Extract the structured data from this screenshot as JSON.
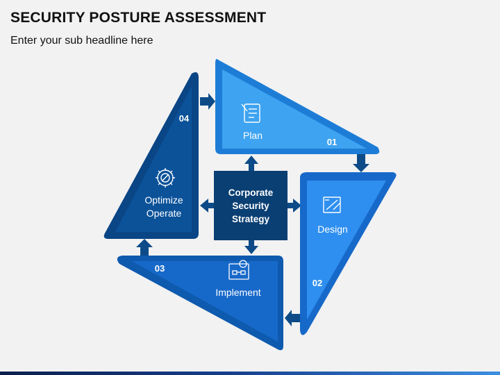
{
  "header": {
    "title": "SECURITY POSTURE ASSESSMENT",
    "subtitle": "Enter your sub headline here"
  },
  "center": {
    "lines": [
      "Corporate",
      "Security",
      "Strategy"
    ]
  },
  "steps": [
    {
      "number": "01",
      "label_lines": [
        "Plan"
      ],
      "icon": "checklist-icon",
      "color": "#3ea3f0"
    },
    {
      "number": "02",
      "label_lines": [
        "Design"
      ],
      "icon": "drafting-icon",
      "color": "#2b8ae8"
    },
    {
      "number": "03",
      "label_lines": [
        "Implement"
      ],
      "icon": "workflow-gear-icon",
      "color": "#1769c9"
    },
    {
      "number": "04",
      "label_lines": [
        "Optimize",
        "Operate"
      ],
      "icon": "gear-wrench-icon",
      "color": "#0b4f96"
    }
  ],
  "colors": {
    "center_box": "#0a3f73",
    "arrow": "#0d4b88",
    "background": "#f2f2f2"
  }
}
